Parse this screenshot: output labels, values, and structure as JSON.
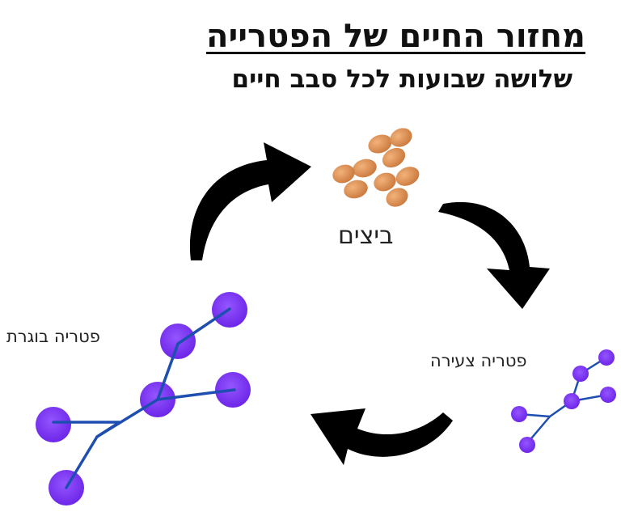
{
  "title": "מחזור החיים של הפטרייה",
  "subtitle": "שלושה שבועות לכל סבב חיים",
  "stages": {
    "eggs": {
      "label": "ביצים"
    },
    "young": {
      "label": "פטריה צעירה"
    },
    "adult": {
      "label": "פטריה בוגרת"
    }
  },
  "colors": {
    "egg": "#D9884A",
    "spore": "#7A2EF0",
    "hypha": "#1E4FB0",
    "arrow": "#000000"
  }
}
